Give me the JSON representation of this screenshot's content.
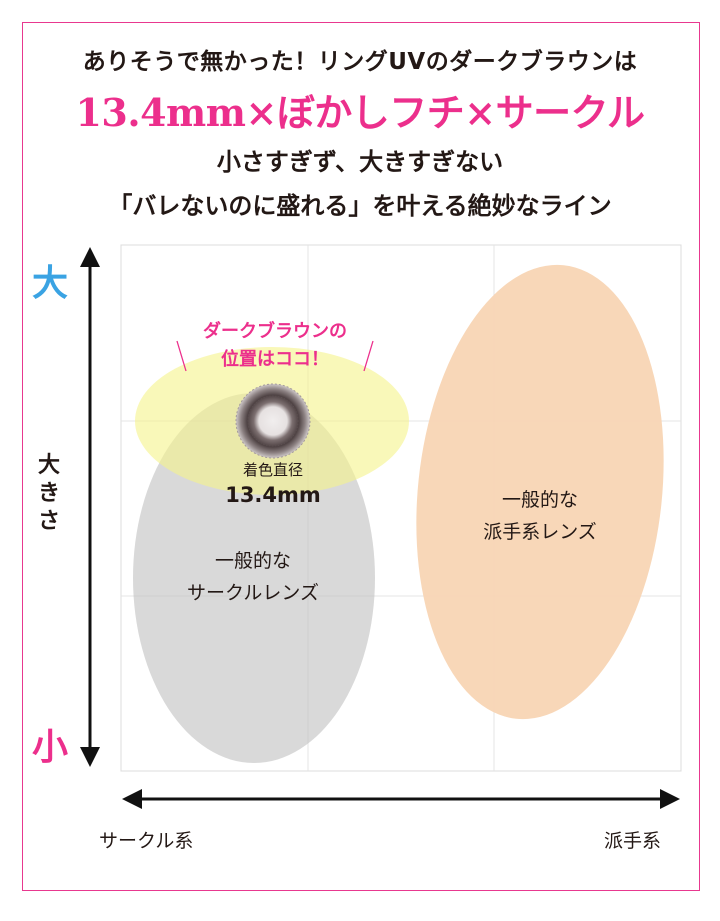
{
  "header": {
    "line1": "ありそうで無かった！リングUVのダークブラウンは",
    "line2": "13.4mm×ぼかしフチ×サークル",
    "line3": "小さすぎず、大きすぎない",
    "line4": "「バレないのに盛れる」を叶える絶妙なライン"
  },
  "axes": {
    "y_top": "大",
    "y_bottom": "小",
    "y_title": "大きさ",
    "x_left": "サークル系",
    "x_right": "派手系"
  },
  "callout": {
    "line1": "ダークブラウンの",
    "line2": "位置はココ！"
  },
  "lens": {
    "diameter_label": "着色直径",
    "diameter_value": "13.4mm"
  },
  "regions": {
    "circle_lens": {
      "line1": "一般的な",
      "line2": "サークルレンズ"
    },
    "flashy_lens": {
      "line1": "一般的な",
      "line2": "派手系レンズ"
    }
  },
  "colors": {
    "accent_pink": "#ec2f8c",
    "accent_blue": "#3aa3e3",
    "circle_region": "#d9d9d9",
    "flashy_region": "#f8d5b4",
    "highlight_region": "#f7f5a8"
  }
}
